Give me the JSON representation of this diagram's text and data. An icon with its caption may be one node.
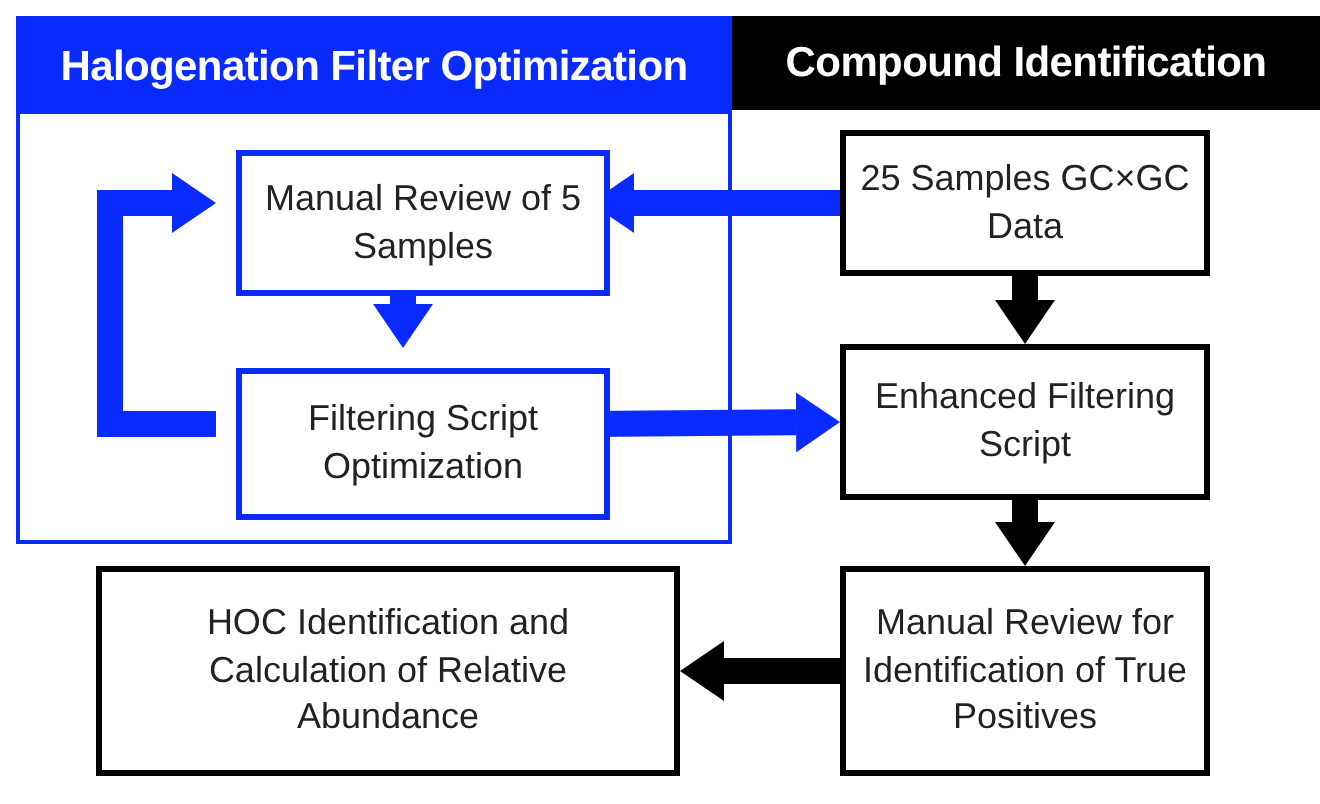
{
  "diagram": {
    "nodes": [
      {
        "text": [
          "Halogenation Filter Optimization"
        ]
      },
      {
        "text": [
          "Compound Identification"
        ]
      },
      {
        "text": [
          "Manual Review of 5 Samples"
        ],
        "in": 0
      },
      {
        "text": [
          "Filtering Script Optimization"
        ],
        "in": 0
      },
      {
        "text": [
          "25 Samples GC×GC Data"
        ]
      },
      {
        "text": [
          "Enhanced Filtering Script"
        ]
      },
      {
        "text": [
          "Manual Review for Identification of True Positives"
        ]
      },
      {
        "text": [
          "HOC Identification and Calculation of Relative Abundance"
        ]
      }
    ],
    "edges": [
      {
        "from": 4,
        "to": 2,
        "arrow": "to"
      },
      {
        "from": 2,
        "to": 3,
        "arrow": "to"
      },
      {
        "from": 3,
        "to": 2,
        "arrow": "to"
      },
      {
        "from": 3,
        "to": 5,
        "arrow": "to"
      },
      {
        "from": 4,
        "to": 5,
        "arrow": "to",
        "color": "#000000"
      },
      {
        "from": 5,
        "to": 6,
        "arrow": "to",
        "color": "#000000"
      },
      {
        "from": 6,
        "to": 7,
        "arrow": "to",
        "color": "#000000"
      }
    ]
  }
}
